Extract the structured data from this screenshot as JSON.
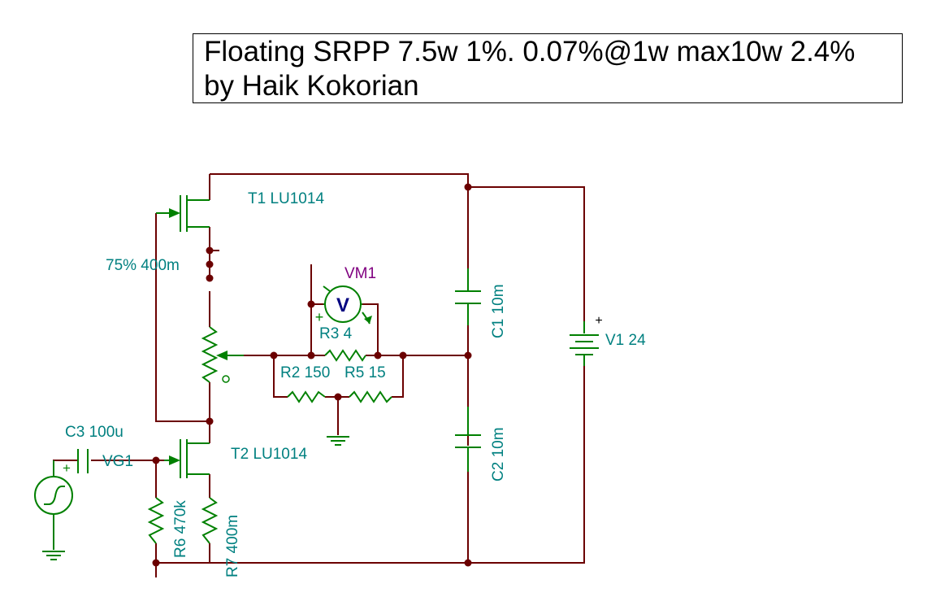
{
  "title": {
    "line1": "Floating SRPP 7.5w 1%. 0.07%@1w max10w 2.4%",
    "line2": "by Haik Kokorian"
  },
  "components": {
    "t1": "T1 LU1014",
    "t2": "T2 LU1014",
    "pot": "75% 400m",
    "vm1": "VM1",
    "vm_symbol": "V",
    "r3": "R3 4",
    "r2": "R2 150",
    "r5": "R5 15",
    "c1": "C1 10m",
    "c2": "C2 10m",
    "c3": "C3 100u",
    "v1": "V1 24",
    "vg1": "VG1",
    "r6": "R6 470k",
    "r7": "R7 400m",
    "plus": "+"
  },
  "colors": {
    "wire": "#6b0000",
    "component": "#008000",
    "label": "#008080",
    "meter_label": "#800080",
    "meter_symbol": "#000080"
  }
}
